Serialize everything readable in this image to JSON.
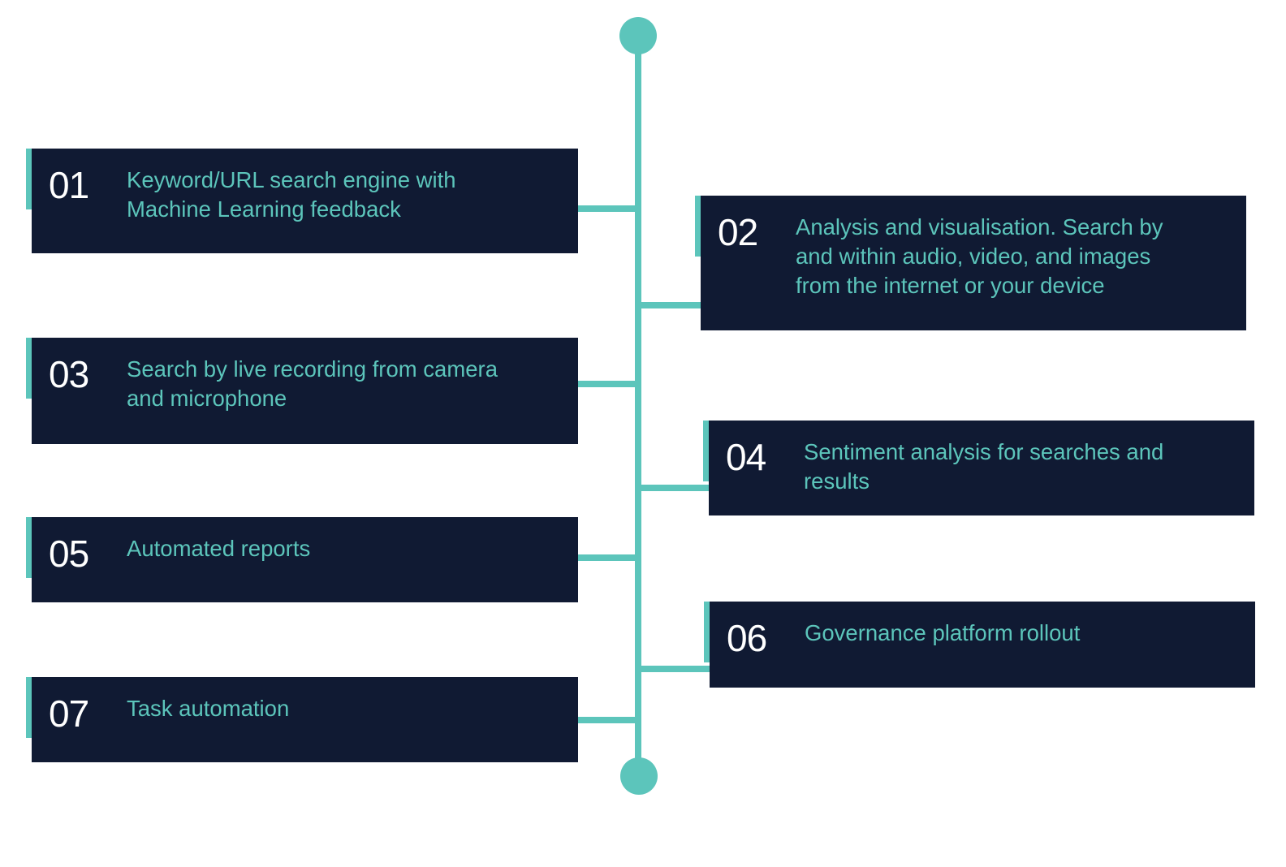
{
  "colors": {
    "accent": "#5cc5bb",
    "card_background": "#101a33",
    "number_text": "#ffffff",
    "description_text": "#5cc5bb",
    "page_background": "#ffffff"
  },
  "items": [
    {
      "number": "01",
      "text": "Keyword/URL search engine with\nMachine Learning feedback"
    },
    {
      "number": "02",
      "text": "Analysis and visualisation. Search by\nand within audio, video, and images\nfrom the internet or your device"
    },
    {
      "number": "03",
      "text": "Search by live recording from camera\nand microphone"
    },
    {
      "number": "04",
      "text": "Sentiment analysis for searches and\nresults"
    },
    {
      "number": "05",
      "text": "Automated reports"
    },
    {
      "number": "06",
      "text": "Governance platform rollout"
    },
    {
      "number": "07",
      "text": "Task automation"
    }
  ]
}
